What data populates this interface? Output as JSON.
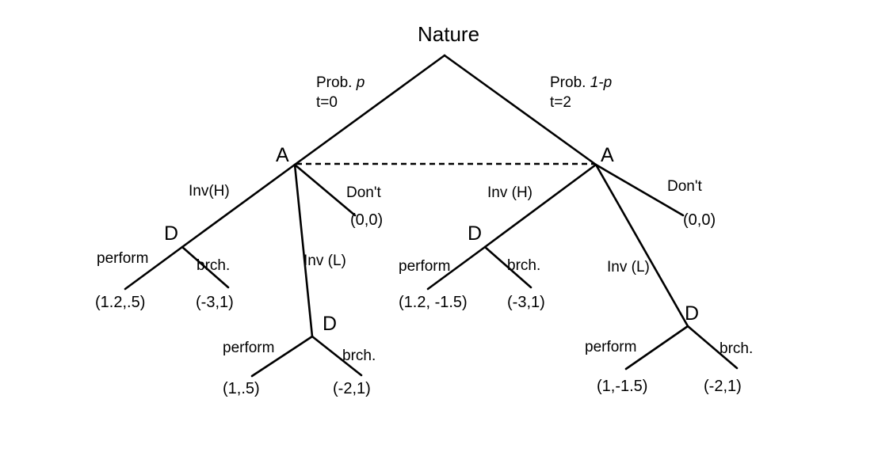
{
  "diagram": {
    "title": "Nature",
    "root_node_label": "Nature",
    "nodes": {
      "root": "Nature",
      "a_left": "A",
      "a_right": "A",
      "d_left_top": "D",
      "d_left_bottom": "D",
      "d_right_top": "D",
      "d_right_bottom": "D"
    },
    "probabilities": {
      "left_prefix": "Prob. ",
      "left_var": "p",
      "left_time": "t=0",
      "right_prefix": "Prob. ",
      "right_var": "1-p",
      "right_time": "t=2"
    },
    "edges": {
      "left_inv_h": "Inv(H)",
      "left_dont": "Don't",
      "left_inv_l": "Inv (L)",
      "right_inv_h": "Inv (H)",
      "right_dont": "Don't",
      "right_inv_l": "Inv (L)",
      "perform": "perform",
      "branch": "brch."
    },
    "actions": {
      "left_d_top_perform": "perform",
      "left_d_top_branch": "brch.",
      "left_d_bottom_perform": "perform",
      "left_d_bottom_branch": "brch.",
      "right_d_top_perform": "perform",
      "right_d_top_branch": "brch.",
      "right_d_bottom_perform": "perform",
      "right_d_bottom_branch": "brch."
    },
    "payoffs": {
      "left_d_top_perform": "(1.2,.5)",
      "left_d_top_branch": "(-3,1)",
      "left_dont": "(0,0)",
      "left_d_bottom_perform": "(1,.5)",
      "left_d_bottom_branch": "(-2,1)",
      "right_d_top_perform": "(1.2, -1.5)",
      "right_d_top_branch": "(-3,1)",
      "right_dont": "(0,0)",
      "right_d_bottom_perform": "(1,-1.5)",
      "right_d_bottom_branch": "(-2,1)"
    },
    "colors": {
      "line": "#000000",
      "text": "#000000",
      "background": "#ffffff"
    },
    "information_set": {
      "style": "dashed",
      "connects": "A-left to A-right"
    }
  }
}
